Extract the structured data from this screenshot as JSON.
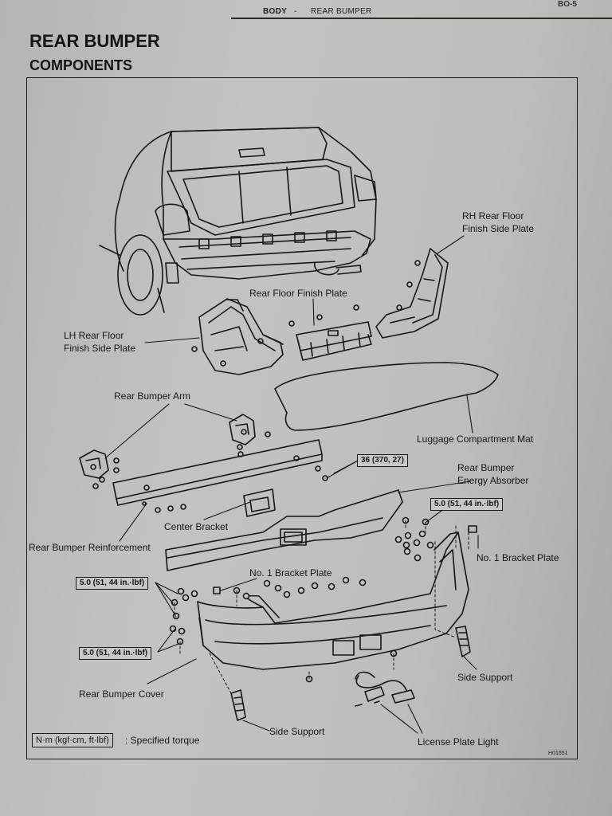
{
  "header": {
    "section": "BODY",
    "separator": "-",
    "topic": "REAR BUMPER",
    "page_number": "BO-5"
  },
  "page": {
    "title": "REAR BUMPER",
    "subtitle": "COMPONENTS"
  },
  "labels": {
    "rh_plate_1": "RH Rear Floor",
    "rh_plate_2": "Finish Side Plate",
    "rear_floor_finish_plate": "Rear Floor Finish Plate",
    "lh_plate_1": "LH Rear Floor",
    "lh_plate_2": "Finish Side Plate",
    "rear_bumper_arm": "Rear Bumper Arm",
    "luggage_mat": "Luggage Compartment Mat",
    "absorber_1": "Rear Bumper",
    "absorber_2": "Energy Absorber",
    "center_bracket": "Center Bracket",
    "reinforcement": "Rear Bumper Reinforcement",
    "no1_bracket_plate_right": "No. 1 Bracket Plate",
    "no1_bracket_plate_left": "No. 1 Bracket Plate",
    "bumper_cover": "Rear Bumper Cover",
    "side_support_right": "Side Support",
    "side_support_left": "Side Support",
    "license_plate_light": "License Plate Light"
  },
  "torque": {
    "reinforcement_bolts": "36 (370, 27)",
    "cover_right": "5.0 (51, 44 in.·lbf)",
    "cover_left_upper": "5.0 (51, 44 in.·lbf)",
    "cover_left_lower": "5.0 (51, 44 in.·lbf)"
  },
  "legend": {
    "unit": "N·m (kgf·cm, ft·lbf)",
    "meaning": ": Specified torque"
  },
  "figure_id": "H01651"
}
